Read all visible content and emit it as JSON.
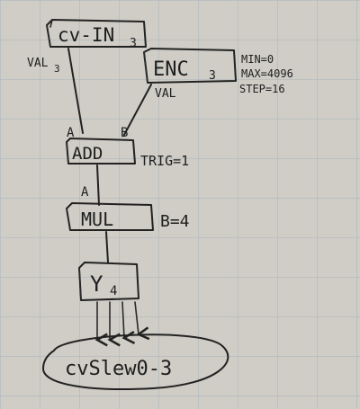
{
  "nodes": {
    "cv_in": {
      "label": "cv-IN",
      "sub": "3"
    },
    "enc": {
      "label": "ENC",
      "sub": "3"
    },
    "add": {
      "label": "ADD"
    },
    "mul": {
      "label": "MUL"
    },
    "y": {
      "label": "Y",
      "sub": "4"
    },
    "cv_slew": {
      "label": "cvSlew0-3"
    }
  },
  "params": {
    "enc_min": "MIN=0",
    "enc_max": "MAX=4096",
    "enc_step": "STEP=16",
    "add_trig": "TRIG=1",
    "mul_b": "B=4"
  },
  "ports": {
    "cv_in_val": "VAL",
    "cv_in_val_sub": "3",
    "enc_val": "VAL",
    "add_a": "A",
    "add_b": "B",
    "mul_a": "A"
  }
}
